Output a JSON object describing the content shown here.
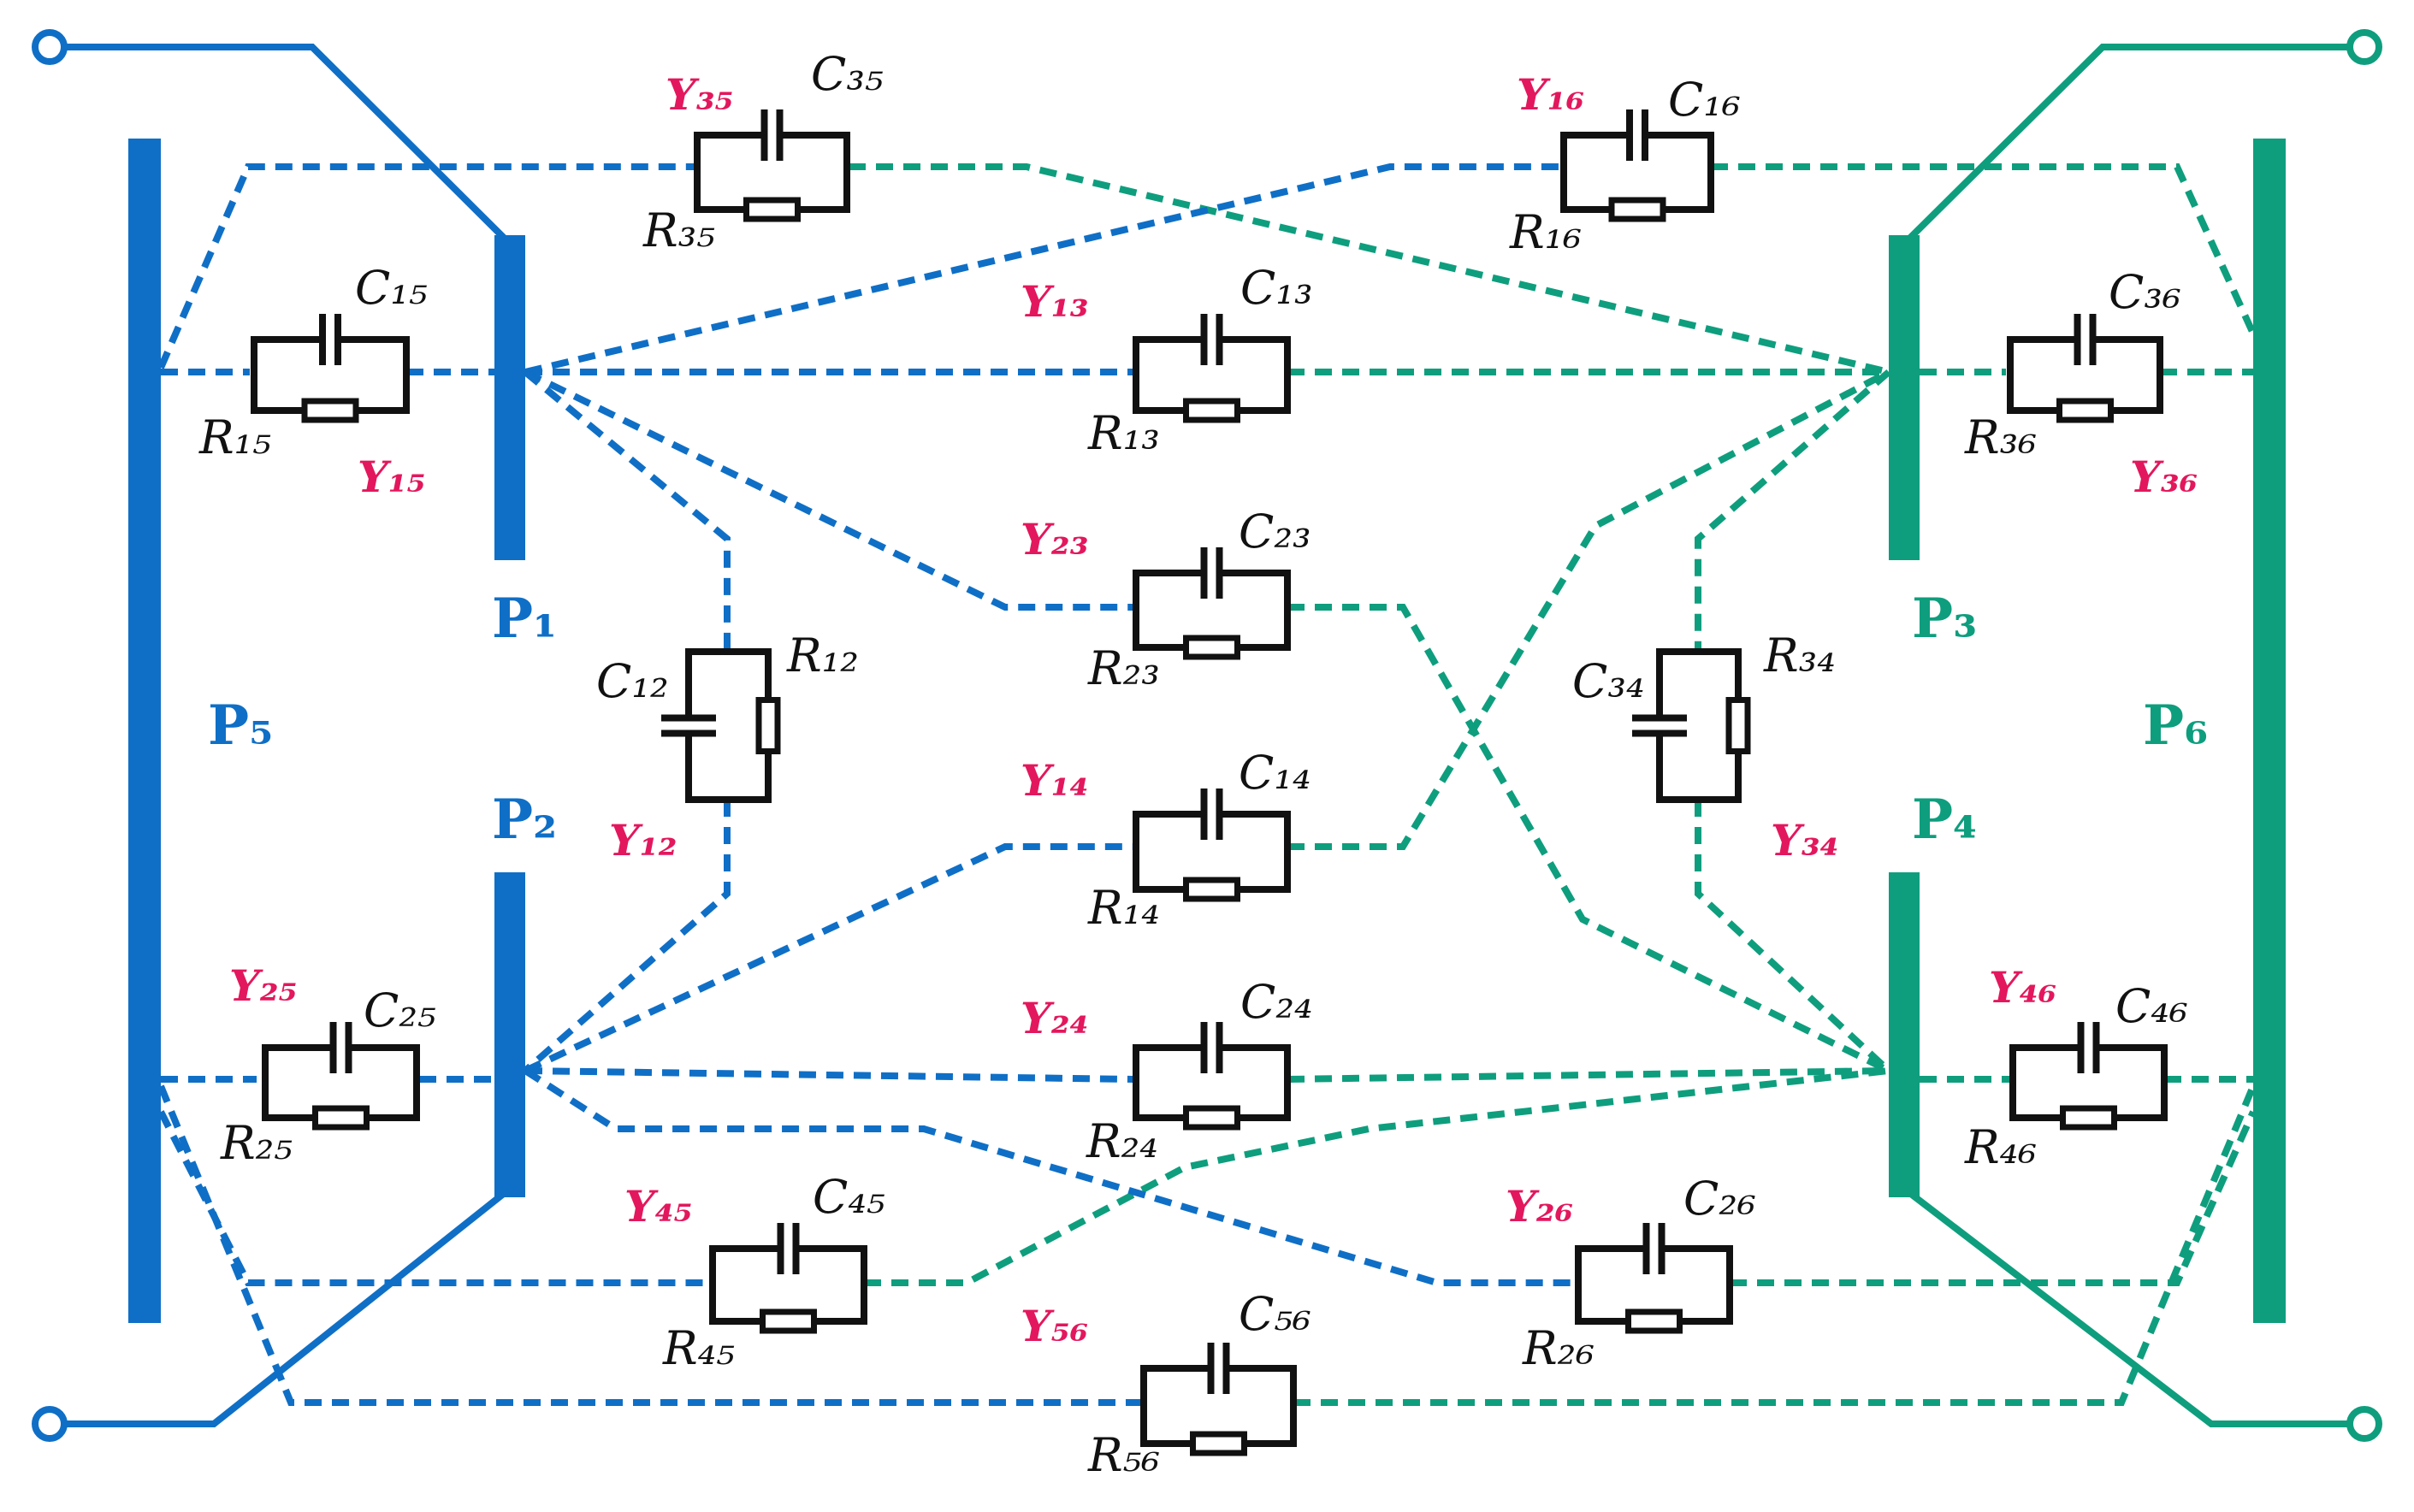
{
  "colors": {
    "blue": "#0F6FC6",
    "green": "#0E9E7E",
    "red": "#E3175D",
    "black": "#111111"
  },
  "plates": {
    "P1": {
      "label": "P₁",
      "color": "blue"
    },
    "P2": {
      "label": "P₂",
      "color": "blue"
    },
    "P3": {
      "label": "P₃",
      "color": "green"
    },
    "P4": {
      "label": "P₄",
      "color": "green"
    },
    "P5": {
      "label": "P₅",
      "color": "blue"
    },
    "P6": {
      "label": "P₆",
      "color": "green"
    }
  },
  "terminals": [
    {
      "name": "terminal-top-left",
      "color": "blue"
    },
    {
      "name": "terminal-bottom-left",
      "color": "blue"
    },
    {
      "name": "terminal-top-right",
      "color": "green"
    },
    {
      "name": "terminal-bottom-right",
      "color": "green"
    }
  ],
  "branches": [
    {
      "id": "35",
      "admittance": "Y₃₅",
      "capacitor": "C₃₅",
      "resistor": "R₃₅"
    },
    {
      "id": "16",
      "admittance": "Y₁₆",
      "capacitor": "C₁₆",
      "resistor": "R₁₆"
    },
    {
      "id": "15",
      "admittance": "Y₁₅",
      "capacitor": "C₁₅",
      "resistor": "R₁₅"
    },
    {
      "id": "13",
      "admittance": "Y₁₃",
      "capacitor": "C₁₃",
      "resistor": "R₁₃"
    },
    {
      "id": "36",
      "admittance": "Y₃₆",
      "capacitor": "C₃₆",
      "resistor": "R₃₆"
    },
    {
      "id": "23",
      "admittance": "Y₂₃",
      "capacitor": "C₂₃",
      "resistor": "R₂₃"
    },
    {
      "id": "12",
      "admittance": "Y₁₂",
      "capacitor": "C₁₂",
      "resistor": "R₁₂"
    },
    {
      "id": "34",
      "admittance": "Y₃₄",
      "capacitor": "C₃₄",
      "resistor": "R₃₄"
    },
    {
      "id": "14",
      "admittance": "Y₁₄",
      "capacitor": "C₁₄",
      "resistor": "R₁₄"
    },
    {
      "id": "25",
      "admittance": "Y₂₅",
      "capacitor": "C₂₅",
      "resistor": "R₂₅"
    },
    {
      "id": "24",
      "admittance": "Y₂₄",
      "capacitor": "C₂₄",
      "resistor": "R₂₄"
    },
    {
      "id": "46",
      "admittance": "Y₄₆",
      "capacitor": "C₄₆",
      "resistor": "R₄₆"
    },
    {
      "id": "45",
      "admittance": "Y₄₅",
      "capacitor": "C₄₅",
      "resistor": "R₄₅"
    },
    {
      "id": "26",
      "admittance": "Y₂₆",
      "capacitor": "C₂₆",
      "resistor": "R₂₆"
    },
    {
      "id": "56",
      "admittance": "Y₅₆",
      "capacitor": "C₅₆",
      "resistor": "R₅₆"
    }
  ]
}
